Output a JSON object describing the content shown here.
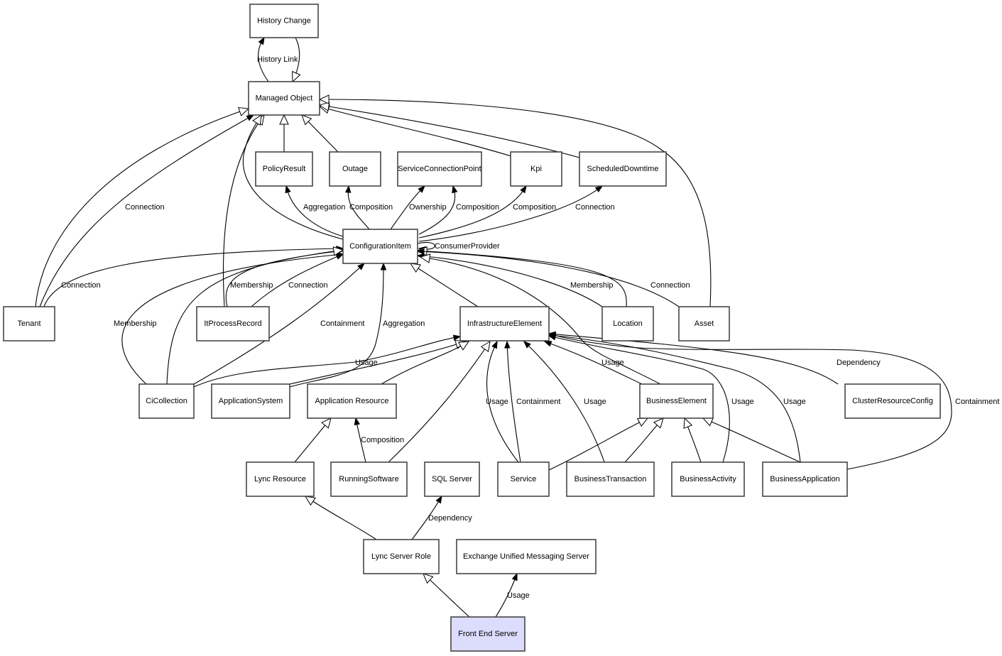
{
  "diagram": {
    "title": "Front End Server relationship diagram",
    "highlight_color": "#dcdcfc",
    "nodes": [
      {
        "id": "history_change",
        "label": "History Change"
      },
      {
        "id": "managed_object",
        "label": "Managed Object"
      },
      {
        "id": "policy_result",
        "label": "PolicyResult"
      },
      {
        "id": "outage",
        "label": "Outage"
      },
      {
        "id": "service_connection_point",
        "label": "ServiceConnectionPoint"
      },
      {
        "id": "kpi",
        "label": "Kpi"
      },
      {
        "id": "scheduled_downtime",
        "label": "ScheduledDowntime"
      },
      {
        "id": "configuration_item",
        "label": "ConfigurationItem"
      },
      {
        "id": "tenant",
        "label": "Tenant"
      },
      {
        "id": "it_process_record",
        "label": "ItProcessRecord"
      },
      {
        "id": "infrastructure_element",
        "label": "InfrastructureElement"
      },
      {
        "id": "location",
        "label": "Location"
      },
      {
        "id": "asset",
        "label": "Asset"
      },
      {
        "id": "ci_collection",
        "label": "CiCollection"
      },
      {
        "id": "application_system",
        "label": "ApplicationSystem"
      },
      {
        "id": "application_resource",
        "label": "Application Resource"
      },
      {
        "id": "business_element",
        "label": "BusinessElement"
      },
      {
        "id": "cluster_resource_config",
        "label": "ClusterResourceConfig"
      },
      {
        "id": "lync_resource",
        "label": "Lync Resource"
      },
      {
        "id": "running_software",
        "label": "RunningSoftware"
      },
      {
        "id": "sql_server",
        "label": "SQL Server"
      },
      {
        "id": "service",
        "label": "Service"
      },
      {
        "id": "business_transaction",
        "label": "BusinessTransaction"
      },
      {
        "id": "business_activity",
        "label": "BusinessActivity"
      },
      {
        "id": "business_application",
        "label": "BusinessApplication"
      },
      {
        "id": "lync_server_role",
        "label": "Lync Server Role"
      },
      {
        "id": "exchange_um_server",
        "label": "Exchange Unified Messaging Server"
      },
      {
        "id": "front_end_server",
        "label": "Front End Server",
        "highlight": true
      }
    ],
    "edges": [
      {
        "from": "managed_object",
        "to": "history_change",
        "type": "association",
        "label": "History Link"
      },
      {
        "from": "history_change",
        "to": "managed_object",
        "type": "inheritance",
        "label": ""
      },
      {
        "from": "policy_result",
        "to": "managed_object",
        "type": "inheritance",
        "label": ""
      },
      {
        "from": "outage",
        "to": "managed_object",
        "type": "inheritance",
        "label": ""
      },
      {
        "from": "kpi",
        "to": "managed_object",
        "type": "inheritance",
        "label": ""
      },
      {
        "from": "scheduled_downtime",
        "to": "managed_object",
        "type": "inheritance",
        "label": ""
      },
      {
        "from": "asset",
        "to": "managed_object",
        "type": "inheritance",
        "label": ""
      },
      {
        "from": "tenant",
        "to": "managed_object",
        "type": "inheritance",
        "label": ""
      },
      {
        "from": "tenant",
        "to": "managed_object",
        "type": "association",
        "label": "Connection"
      },
      {
        "from": "it_process_record",
        "to": "managed_object",
        "type": "inheritance",
        "label": ""
      },
      {
        "from": "configuration_item",
        "to": "managed_object",
        "type": "inheritance",
        "label": ""
      },
      {
        "from": "configuration_item",
        "to": "policy_result",
        "type": "association",
        "label": "Aggregation"
      },
      {
        "from": "configuration_item",
        "to": "outage",
        "type": "association",
        "label": "Composition"
      },
      {
        "from": "configuration_item",
        "to": "service_connection_point",
        "type": "association",
        "label": "Ownership"
      },
      {
        "from": "configuration_item",
        "to": "service_connection_point",
        "type": "association",
        "label": "Composition"
      },
      {
        "from": "configuration_item",
        "to": "kpi",
        "type": "association",
        "label": "Composition"
      },
      {
        "from": "configuration_item",
        "to": "scheduled_downtime",
        "type": "association",
        "label": "Connection"
      },
      {
        "from": "configuration_item",
        "to": "configuration_item",
        "type": "association",
        "label": "ConsumerProvider"
      },
      {
        "from": "tenant",
        "to": "configuration_item",
        "type": "association",
        "label": "Connection"
      },
      {
        "from": "it_process_record",
        "to": "configuration_item",
        "type": "association",
        "label": "Membership"
      },
      {
        "from": "it_process_record",
        "to": "configuration_item",
        "type": "association",
        "label": "Connection"
      },
      {
        "from": "ci_collection",
        "to": "configuration_item",
        "type": "association",
        "label": "Membership"
      },
      {
        "from": "ci_collection",
        "to": "configuration_item",
        "type": "inheritance",
        "label": ""
      },
      {
        "from": "ci_collection",
        "to": "configuration_item",
        "type": "association",
        "label": "Containment"
      },
      {
        "from": "application_system",
        "to": "configuration_item",
        "type": "association",
        "label": "Aggregation"
      },
      {
        "from": "infrastructure_element",
        "to": "configuration_item",
        "type": "inheritance",
        "label": ""
      },
      {
        "from": "location",
        "to": "configuration_item",
        "type": "association",
        "label": "Membership"
      },
      {
        "from": "location",
        "to": "configuration_item",
        "type": "inheritance",
        "label": ""
      },
      {
        "from": "asset",
        "to": "configuration_item",
        "type": "association",
        "label": "Connection"
      },
      {
        "from": "business_element",
        "to": "configuration_item",
        "type": "inheritance",
        "label": ""
      },
      {
        "from": "ci_collection",
        "to": "infrastructure_element",
        "type": "association",
        "label": "Usage"
      },
      {
        "from": "application_system",
        "to": "infrastructure_element",
        "type": "inheritance",
        "label": ""
      },
      {
        "from": "application_resource",
        "to": "infrastructure_element",
        "type": "inheritance",
        "label": ""
      },
      {
        "from": "running_software",
        "to": "infrastructure_element",
        "type": "inheritance",
        "label": ""
      },
      {
        "from": "service",
        "to": "infrastructure_element",
        "type": "association",
        "label": "Usage"
      },
      {
        "from": "service",
        "to": "infrastructure_element",
        "type": "association",
        "label": "Containment"
      },
      {
        "from": "business_transaction",
        "to": "infrastructure_element",
        "type": "association",
        "label": "Usage"
      },
      {
        "from": "business_element",
        "to": "infrastructure_element",
        "type": "association",
        "label": "Usage"
      },
      {
        "from": "business_activity",
        "to": "infrastructure_element",
        "type": "association",
        "label": "Usage"
      },
      {
        "from": "business_application",
        "to": "infrastructure_element",
        "type": "association",
        "label": "Usage"
      },
      {
        "from": "cluster_resource_config",
        "to": "infrastructure_element",
        "type": "association",
        "label": "Dependency"
      },
      {
        "from": "business_application",
        "to": "infrastructure_element",
        "type": "association",
        "label": "Containment"
      },
      {
        "from": "lync_resource",
        "to": "application_resource",
        "type": "inheritance",
        "label": ""
      },
      {
        "from": "running_software",
        "to": "application_resource",
        "type": "association",
        "label": "Composition"
      },
      {
        "from": "service",
        "to": "business_element",
        "type": "inheritance",
        "label": ""
      },
      {
        "from": "business_transaction",
        "to": "business_element",
        "type": "inheritance",
        "label": ""
      },
      {
        "from": "business_activity",
        "to": "business_element",
        "type": "inheritance",
        "label": ""
      },
      {
        "from": "business_application",
        "to": "business_element",
        "type": "inheritance",
        "label": ""
      },
      {
        "from": "lync_server_role",
        "to": "lync_resource",
        "type": "inheritance",
        "label": ""
      },
      {
        "from": "lync_server_role",
        "to": "sql_server",
        "type": "association",
        "label": "Dependency"
      },
      {
        "from": "front_end_server",
        "to": "lync_server_role",
        "type": "inheritance",
        "label": ""
      },
      {
        "from": "front_end_server",
        "to": "exchange_um_server",
        "type": "association",
        "label": "Usage"
      }
    ]
  }
}
